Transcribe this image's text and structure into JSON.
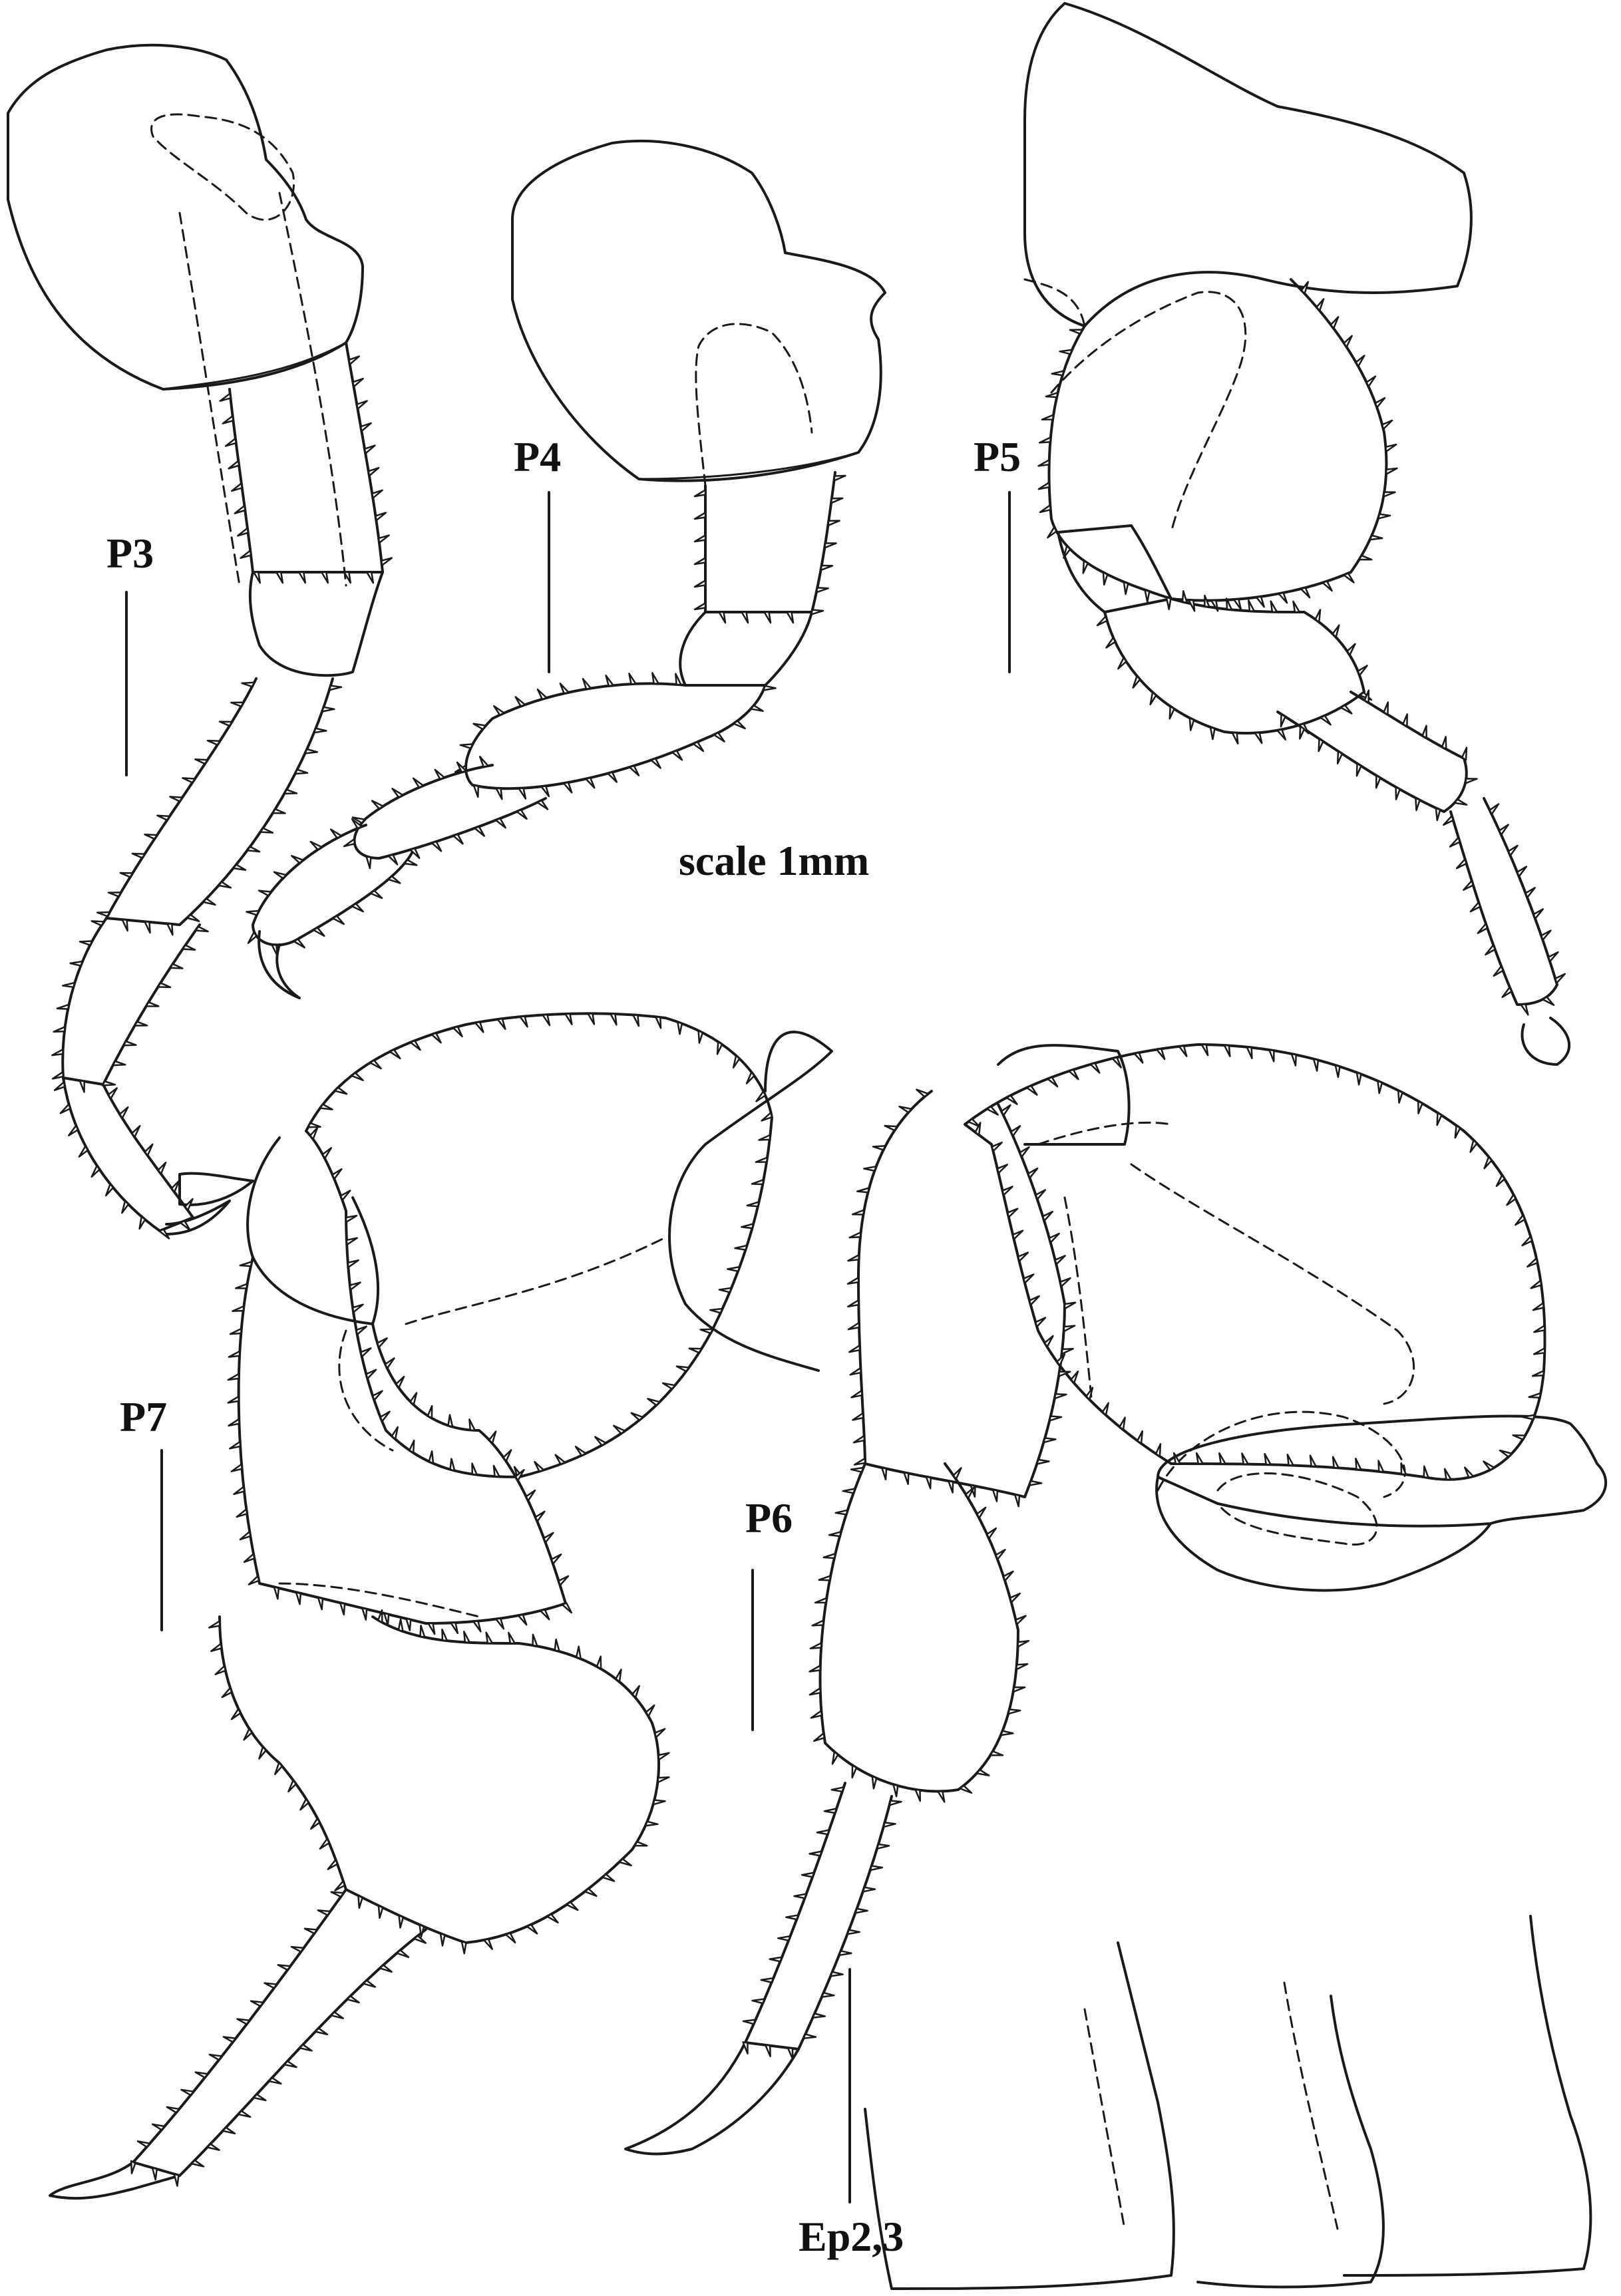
{
  "figure": {
    "labels": {
      "p3": "P3",
      "p4": "P4",
      "p5": "P5",
      "p6": "P6",
      "p7": "P7",
      "scale": "scale 1mm",
      "epimera": "Ep2,3"
    }
  }
}
